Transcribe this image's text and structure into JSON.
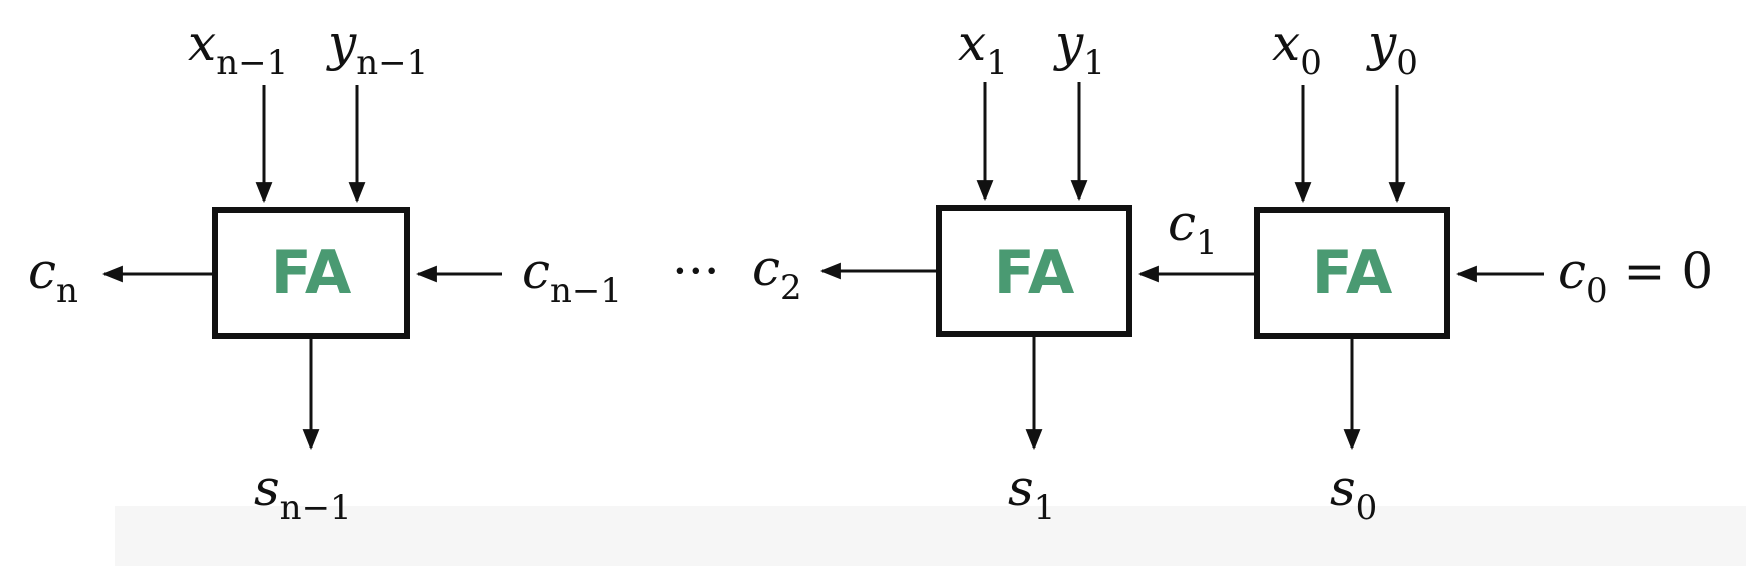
{
  "colors": {
    "fa_text": "#4a9a72",
    "line": "#111111",
    "footer": "#f6f6f6"
  },
  "adders": [
    {
      "label": "FA",
      "x_in": "x",
      "x_sub": "n−1",
      "y_in": "y",
      "y_sub": "n−1",
      "carry_out": "c",
      "carry_out_sub": "n",
      "carry_in": "c",
      "carry_in_sub": "n−1",
      "sum": "s",
      "sum_sub": "n−1"
    },
    {
      "label": "FA",
      "x_in": "x",
      "x_sub": "1",
      "y_in": "y",
      "y_sub": "1",
      "carry_out": "c",
      "carry_out_sub": "2",
      "sum": "s",
      "sum_sub": "1"
    },
    {
      "label": "FA",
      "x_in": "x",
      "x_sub": "0",
      "y_in": "y",
      "y_sub": "0",
      "carry_out": "c",
      "carry_out_sub": "1",
      "carry_in": "c",
      "carry_in_sub": "0",
      "carry_in_suffix": " = 0",
      "sum": "s",
      "sum_sub": "0"
    }
  ],
  "ellipsis": "···"
}
